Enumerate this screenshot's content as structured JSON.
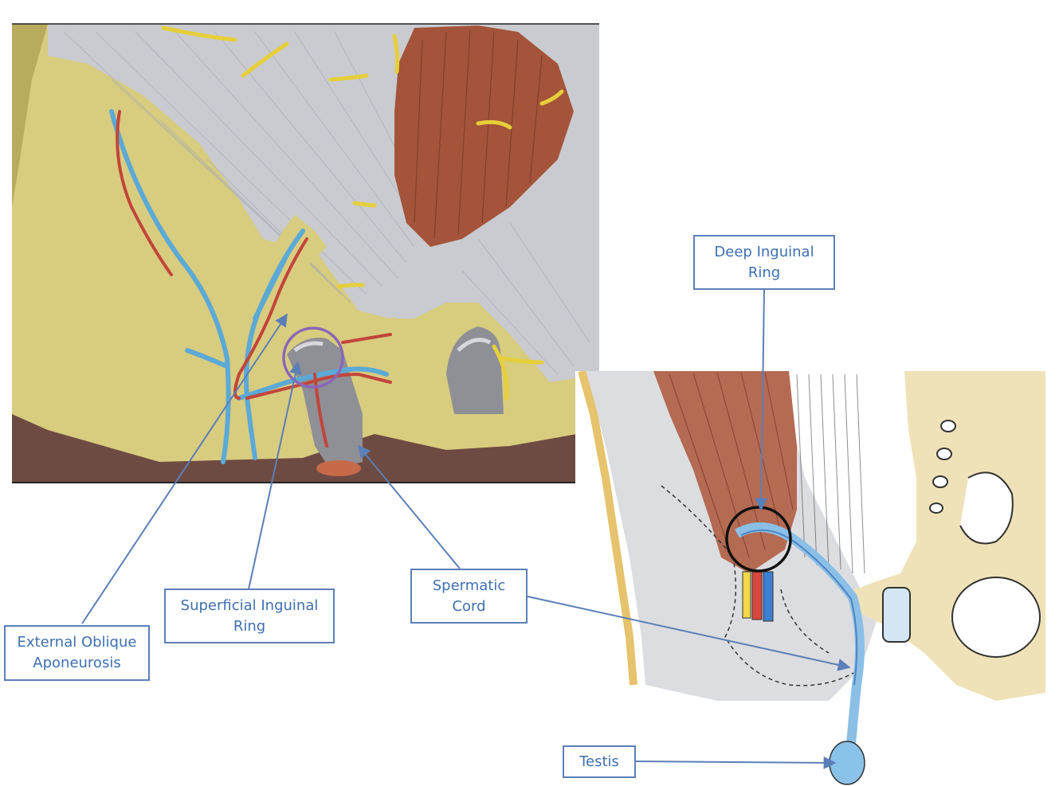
{
  "labels": {
    "deep_ring": "Deep Inguinal Ring",
    "spermatic_cord": "Spermatic Cord",
    "superficial_ring": "Superficial Inguinal Ring",
    "external_oblique": "External Oblique Aponeurosis",
    "testis": "Testis"
  },
  "colors": {
    "label_border": "#5b7fb8",
    "label_text": "#3f6fb0",
    "leader_line": "#5b7fb8",
    "superficial_ring_circle": "#8a66b8",
    "deep_ring_circle": "#111111",
    "aponeurosis": "#c9cbd0",
    "muscle": "#a4543a",
    "fat": "#d8cc7e",
    "bone": "#efe2b8",
    "vein": "#5ba9d6",
    "artery": "#c2453a",
    "nerve": "#e6cf3a"
  }
}
